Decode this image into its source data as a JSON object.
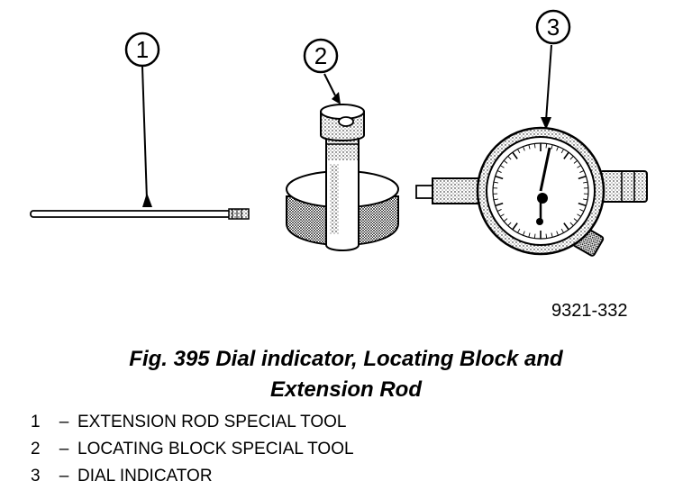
{
  "figure": {
    "callouts": [
      "1",
      "2",
      "3"
    ],
    "code": "9321-332"
  },
  "caption": {
    "line1": "Fig. 395 Dial indicator, Locating Block and",
    "line2": "Extension Rod"
  },
  "legend": [
    {
      "num": "1",
      "dash": "–",
      "text": "EXTENSION ROD SPECIAL TOOL"
    },
    {
      "num": "2",
      "dash": "–",
      "text": "LOCATING BLOCK SPECIAL TOOL"
    },
    {
      "num": "3",
      "dash": "–",
      "text": "DIAL INDICATOR"
    }
  ]
}
